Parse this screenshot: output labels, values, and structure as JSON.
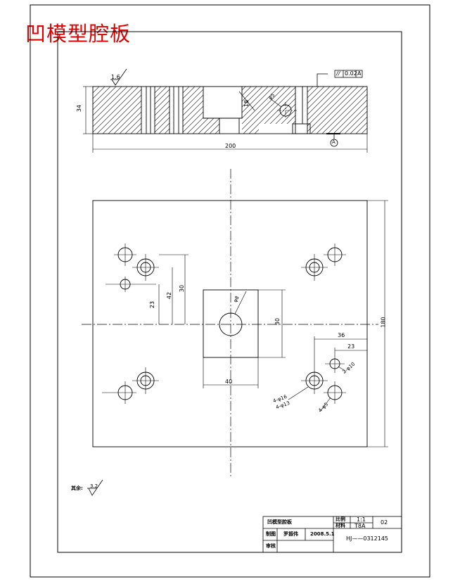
{
  "title": "凹模型腔板",
  "section_view": {
    "surface_finish": "1.6",
    "tolerance_symbol": "//",
    "tolerance_value": "0.02",
    "datum_letter": "A",
    "datum_marker": "A",
    "dim_thickness": "34",
    "dim_length": "200",
    "dim_pocket_depth": "18",
    "dim_hole_dia": "φ5"
  },
  "plan_view": {
    "dim_width": "180",
    "dim_h_30": "30",
    "dim_h_42": "42",
    "dim_h_23": "23",
    "dim_cavity_h": "30",
    "dim_cavity_w": "40",
    "dim_hole_center": "φ8",
    "dim_right_36": "36",
    "dim_right_23": "23",
    "note_a": "2-φ10",
    "note_b": "4-φ16",
    "note_c": "4-φ13",
    "note_d": "4-φ5"
  },
  "roughness_note": {
    "label": "其余:",
    "value": "3.2"
  },
  "title_block": {
    "name": "凹模型腔板",
    "ratio_label": "比例",
    "ratio_value": "1:1",
    "material_label": "材料",
    "material_value": "T8A",
    "sheet_value": "02",
    "drawn_label": "制图",
    "drawer_name": "罗振伟",
    "date": "2008.5.1",
    "drawing_number": "HJ——0312145",
    "review_label": "审核"
  }
}
